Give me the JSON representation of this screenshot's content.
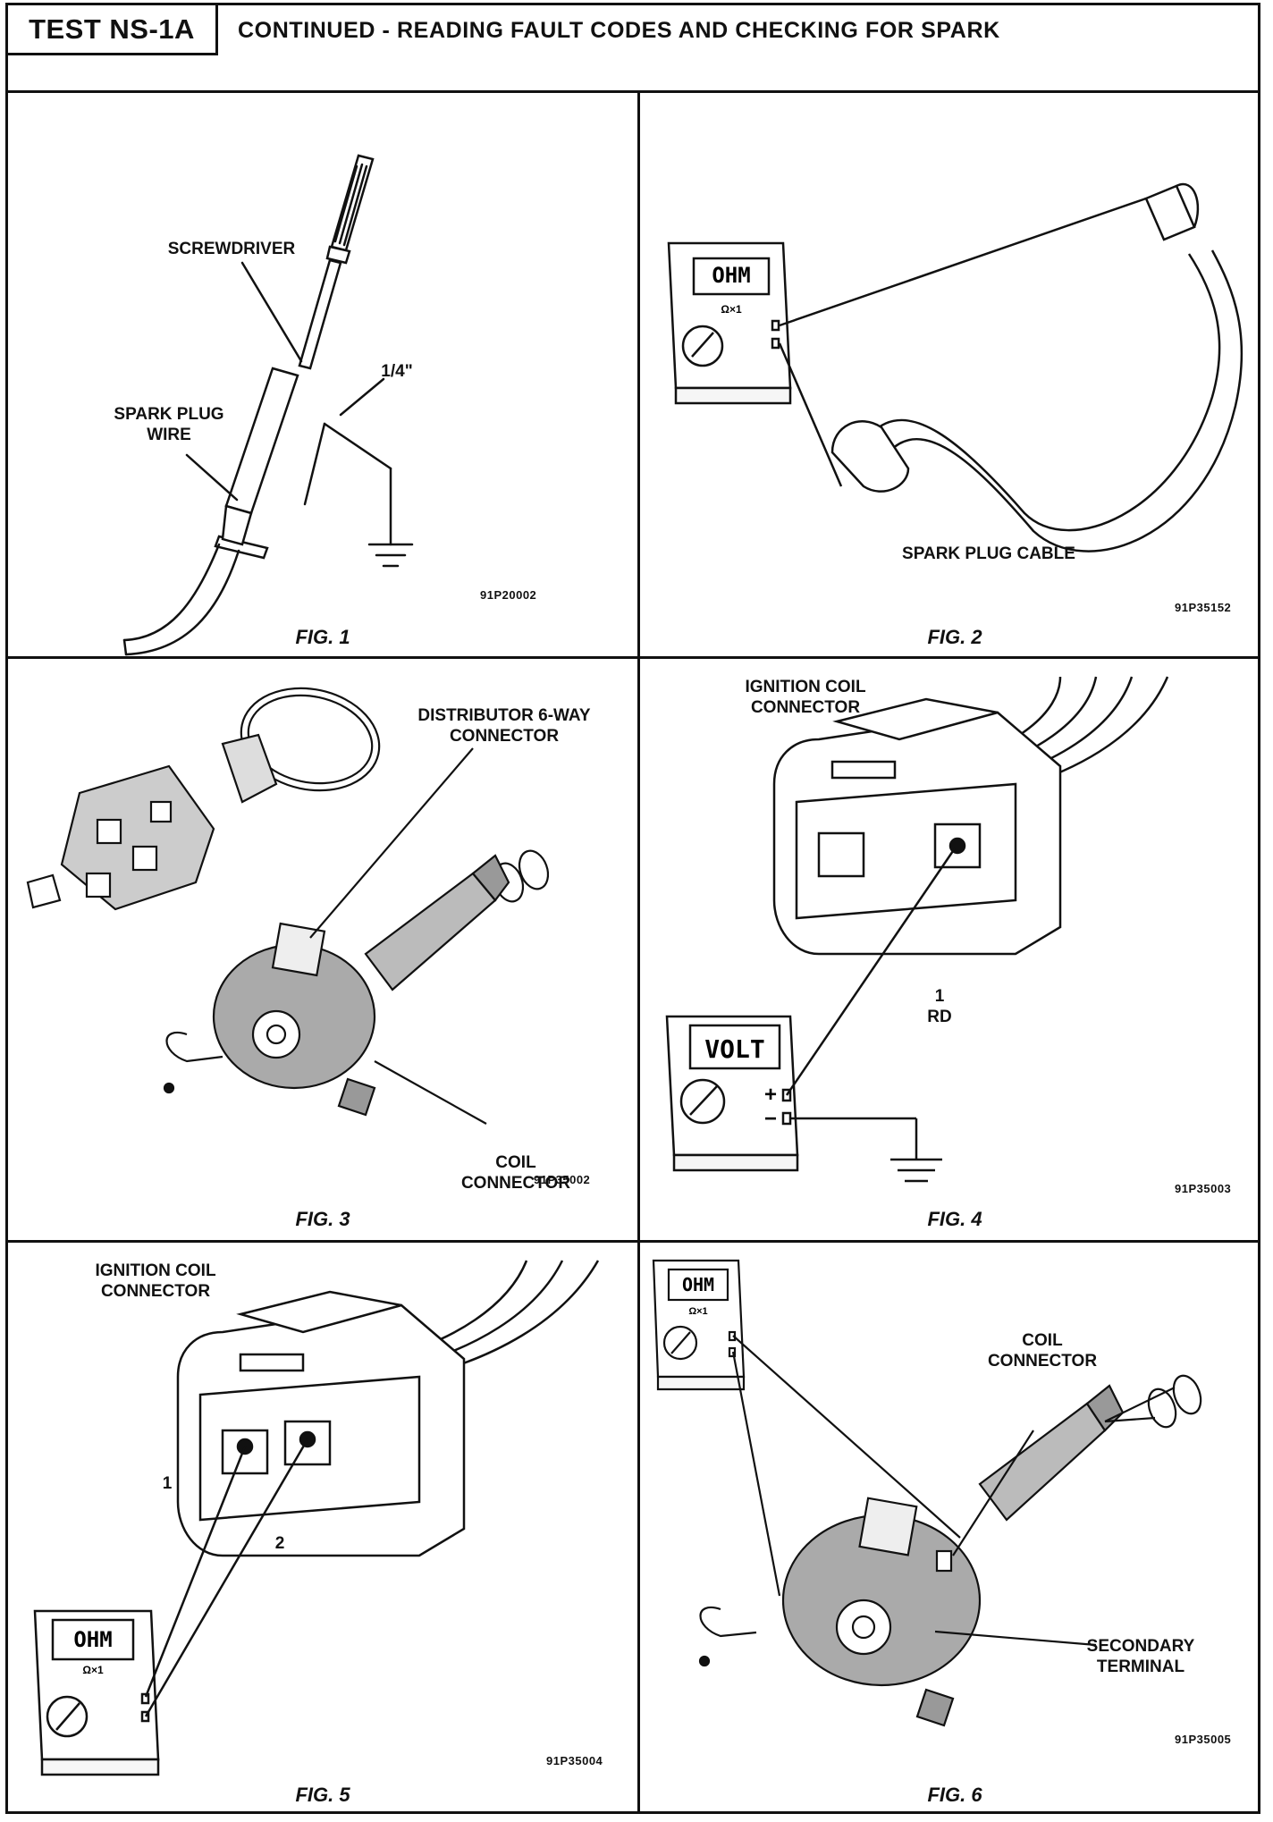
{
  "header": {
    "test_id": "TEST NS-1A",
    "title": "CONTINUED - READING FAULT CODES AND CHECKING FOR SPARK"
  },
  "figures": [
    {
      "caption": "FIG. 1",
      "code": "91P20002",
      "labels": {
        "screwdriver": "SCREWDRIVER",
        "gap": "1/4\"",
        "wire": "SPARK PLUG\nWIRE"
      }
    },
    {
      "caption": "FIG. 2",
      "code": "91P35152",
      "labels": {
        "cable": "SPARK PLUG CABLE",
        "meter": "OHM",
        "range": "Ω×1"
      }
    },
    {
      "caption": "FIG. 3",
      "code": "91P35002",
      "labels": {
        "dist": "DISTRIBUTOR 6-WAY\nCONNECTOR",
        "coil": "COIL\nCONNECTOR"
      }
    },
    {
      "caption": "FIG. 4",
      "code": "91P35003",
      "labels": {
        "ign": "IGNITION COIL\nCONNECTOR",
        "pin": "1\nRD",
        "meter": "VOLT",
        "plus": "+",
        "minus": "−"
      }
    },
    {
      "caption": "FIG. 5",
      "code": "91P35004",
      "labels": {
        "ign": "IGNITION COIL\nCONNECTOR",
        "pin1": "1",
        "pin2": "2",
        "meter": "OHM",
        "range": "Ω×1"
      }
    },
    {
      "caption": "FIG. 6",
      "code": "91P35005",
      "labels": {
        "coil": "COIL\nCONNECTOR",
        "secondary": "SECONDARY\nTERMINAL",
        "meter": "OHM",
        "range": "Ω×1"
      }
    }
  ]
}
